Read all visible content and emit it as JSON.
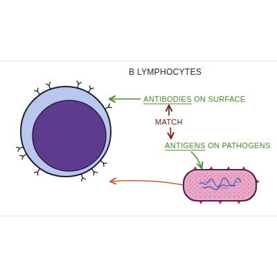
{
  "diagram": {
    "title": "B LYMPHOCYTES",
    "labels": [
      "ANTIBODIES ON SURFACE",
      "MATCH",
      "ANTIGENS ON PATHOGENS"
    ]
  }
}
